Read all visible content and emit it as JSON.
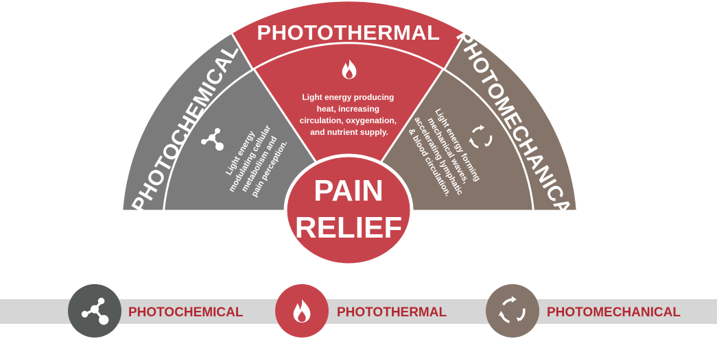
{
  "colors": {
    "chemical": "#7b7b7b",
    "thermal": "#c7434b",
    "mechanical": "#857469",
    "legend_band": "#d6d6d6",
    "legend_chemical_circle": "#555a59",
    "legend_text": "#b2272f",
    "stroke": "#ffffff"
  },
  "segments": [
    {
      "id": "photochemical",
      "title": "PHOTOCHEMICAL",
      "icon": "molecule-icon",
      "text_lines": [
        "Light energy",
        "modulating cellular",
        "metabolism and",
        "pain perception."
      ]
    },
    {
      "id": "photothermal",
      "title": "PHOTOTHERMAL",
      "icon": "flame-icon",
      "text_lines": [
        "Light energy producing",
        "heat, increasing",
        "circulation, oxygenation,",
        "and nutrient supply."
      ]
    },
    {
      "id": "photomechanical",
      "title": "PHOTOMECHANICAL",
      "icon": "cycle-arrows-icon",
      "text_lines": [
        "Light energy forming",
        "mechanical waves,",
        "accelerating lymphatic",
        "& blood circulation."
      ]
    }
  ],
  "center": {
    "line1": "PAIN",
    "line2": "RELIEF"
  },
  "legend": [
    {
      "label": "PHOTOCHEMICAL",
      "icon": "molecule-icon"
    },
    {
      "label": "PHOTOTHERMAL",
      "icon": "flame-icon"
    },
    {
      "label": "PHOTOMECHANICAL",
      "icon": "cycle-arrows-icon"
    }
  ]
}
